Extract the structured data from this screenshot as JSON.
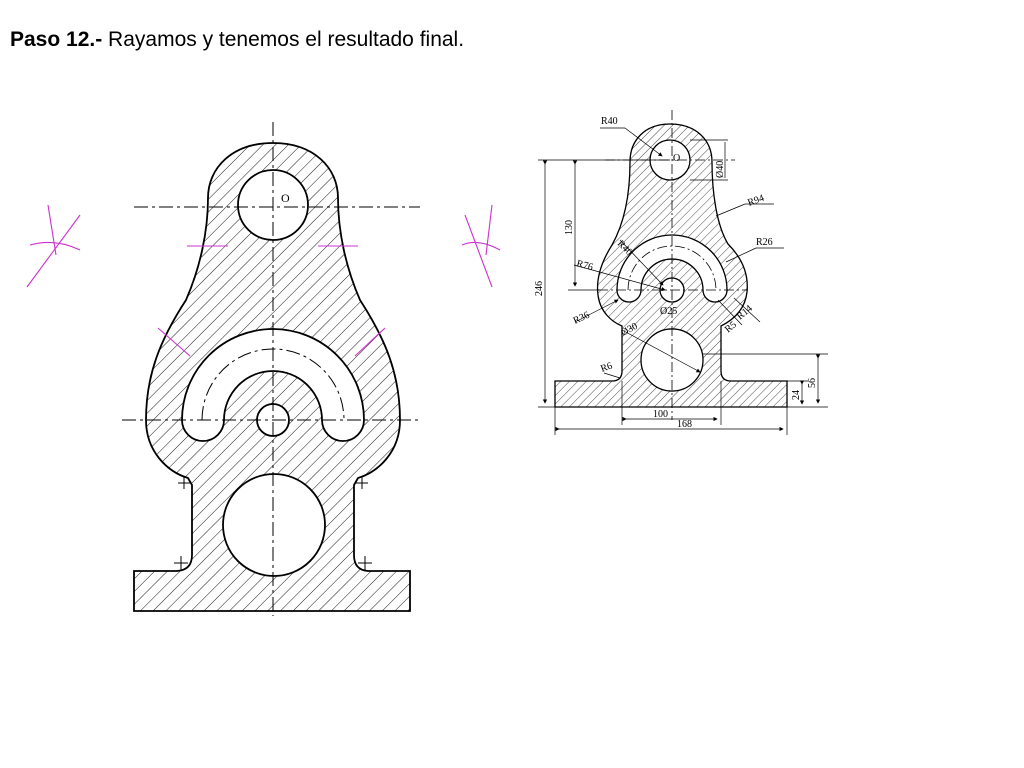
{
  "title": {
    "step": "Paso 12.-",
    "text": " Rayamos y tenemos el resultado final."
  },
  "colors": {
    "line": "#000000",
    "construction": "#cc33cc",
    "background": "#ffffff"
  },
  "left_drawing": {
    "center_mark": "O"
  },
  "right_drawing": {
    "center_mark": "O",
    "dimensions": {
      "r40": "R40",
      "d40": "Ø40",
      "r94": "R94",
      "r26": "R26",
      "r76": "R76",
      "r40b": "R40",
      "d25": "Ø25",
      "r36": "R36",
      "d30": "Ø30",
      "r5": "R5",
      "r14": "R14",
      "r6": "R6",
      "h130": "130",
      "h246": "246",
      "h56": "56",
      "h24": "24",
      "w100": "100",
      "w168": "168"
    }
  }
}
